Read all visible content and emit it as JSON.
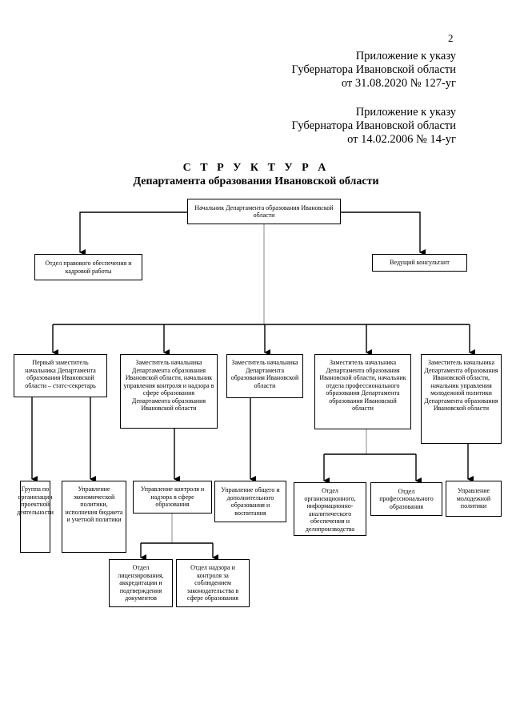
{
  "page_number": "2",
  "header_1": {
    "line1": "Приложение к указу",
    "line2": "Губернатора Ивановской области",
    "line3": "от 31.08.2020 № 127-уг"
  },
  "header_2": {
    "line1": "Приложение к указу",
    "line2": "Губернатора Ивановской области",
    "line3": "от 14.02.2006 № 14-уг"
  },
  "title": "С Т Р У К Т У Р А",
  "subtitle": "Департамента образования Ивановской области",
  "boxes": {
    "head": "Начальник Департамента образования Ивановской области",
    "legal": "Отдел правового обеспечения и кадровой работы",
    "consultant": "Ведущий консультант",
    "dep1": "Первый заместитель начальника Департамента образования Ивановской области – статс-секретарь",
    "dep2": "Заместитель начальника Департамента образования Ивановской области, начальник управления контроля и надзора в сфере образования Департамента образования Ивановской области",
    "dep3": "Заместитель начальника Департамента образования Ивановской области",
    "dep4": "Заместитель начальника Департамента образования Ивановской области, начальник отдела профессионального образования Департамента образования Ивановской области",
    "dep5": "Заместитель начальника Департамента образования Ивановской области, начальник управления молодежной политики Департамента образования Ивановской области",
    "project_group": "Группа по организации проектной деятельности",
    "economic": "Управление экономической политики, исполнения бюджета и учетной политики",
    "control": "Управление контроля и надзора в сфере образования",
    "general_edu": "Управление общего и дополнительного образования и воспитания",
    "org_dept": "Отдел организационного, информационно-аналитического обеспечения и делопроизводства",
    "prof_dept": "Отдел профессионального образования",
    "youth": "Управление молодежной политики",
    "licensing": "Отдел лицензирования, аккредитации и подтверждения документов",
    "supervision": "Отдел надзора и контроля за соблюдением законодательства в сфере образования"
  }
}
